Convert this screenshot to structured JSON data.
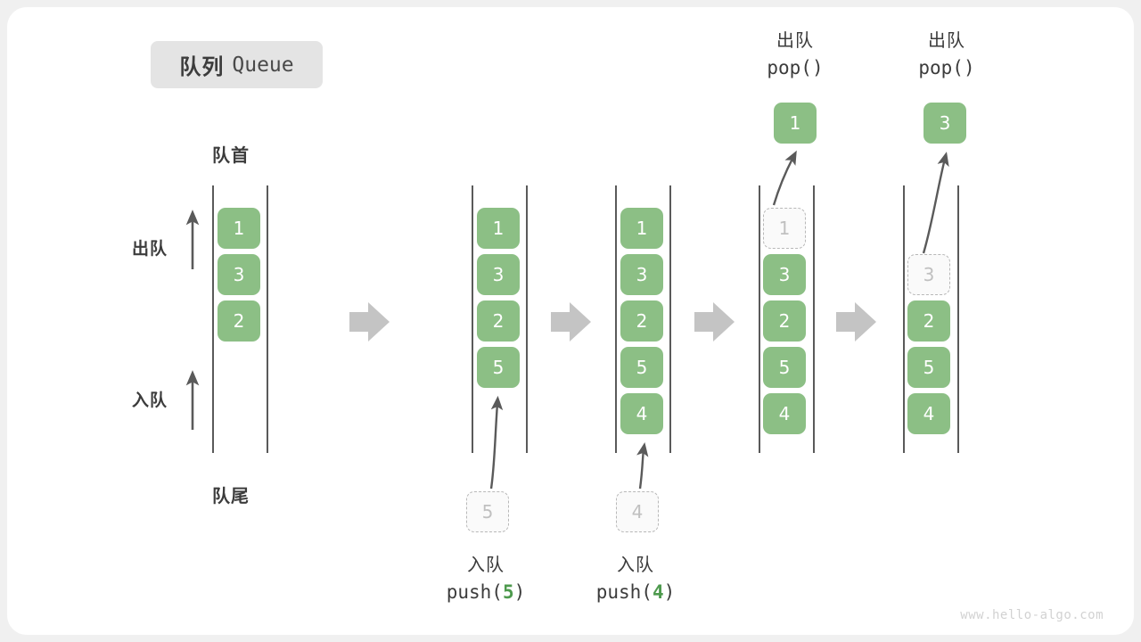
{
  "title": {
    "cn": "队列",
    "en": "Queue"
  },
  "labels": {
    "head": "队首",
    "tail": "队尾",
    "dequeue": "出队",
    "enqueue": "入队"
  },
  "watermark": "www.hello-algo.com",
  "colors": {
    "box_green": "#8cbf85",
    "ghost_border": "#b8b8b8",
    "ghost_fill": "#fafafa",
    "rail": "#5a5a5a",
    "arrow_gray": "#c4c4c4",
    "text": "#3c3c3c",
    "arg_green": "#4e9a4e",
    "badge_bg": "#e4e4e4",
    "watermark": "#d2d2d2"
  },
  "columns": [
    {
      "id": "initial",
      "slots": [
        {
          "value": "1",
          "state": "filled"
        },
        {
          "value": "3",
          "state": "filled"
        },
        {
          "value": "2",
          "state": "filled"
        }
      ],
      "caption_cn": "",
      "caption_code": "",
      "caption_arg": "",
      "floating": null,
      "ghost_below": null
    },
    {
      "id": "push-5",
      "slots": [
        {
          "value": "1",
          "state": "filled"
        },
        {
          "value": "3",
          "state": "filled"
        },
        {
          "value": "2",
          "state": "filled"
        },
        {
          "value": "5",
          "state": "filled"
        }
      ],
      "caption_cn": "入队",
      "caption_code_prefix": "push(",
      "caption_arg": "5",
      "caption_code_suffix": ")",
      "floating": null,
      "ghost_below": {
        "value": "5"
      }
    },
    {
      "id": "push-4",
      "slots": [
        {
          "value": "1",
          "state": "filled"
        },
        {
          "value": "3",
          "state": "filled"
        },
        {
          "value": "2",
          "state": "filled"
        },
        {
          "value": "5",
          "state": "filled"
        },
        {
          "value": "4",
          "state": "filled"
        }
      ],
      "caption_cn": "入队",
      "caption_code_prefix": "push(",
      "caption_arg": "4",
      "caption_code_suffix": ")",
      "floating": null,
      "ghost_below": {
        "value": "4"
      }
    },
    {
      "id": "pop-1",
      "slots": [
        {
          "value": "1",
          "state": "ghost"
        },
        {
          "value": "3",
          "state": "filled"
        },
        {
          "value": "2",
          "state": "filled"
        },
        {
          "value": "5",
          "state": "filled"
        },
        {
          "value": "4",
          "state": "filled"
        }
      ],
      "caption_cn": "出队",
      "caption_code_prefix": "pop(",
      "caption_arg": "",
      "caption_code_suffix": ")",
      "floating": {
        "value": "1"
      },
      "ghost_below": null
    },
    {
      "id": "pop-3",
      "slots": [
        {
          "value": "",
          "state": "empty"
        },
        {
          "value": "3",
          "state": "ghost"
        },
        {
          "value": "2",
          "state": "filled"
        },
        {
          "value": "5",
          "state": "filled"
        },
        {
          "value": "4",
          "state": "filled"
        }
      ],
      "caption_cn": "出队",
      "caption_code_prefix": "pop(",
      "caption_arg": "",
      "caption_code_suffix": ")",
      "floating": {
        "value": "3"
      },
      "ghost_below": null
    }
  ]
}
